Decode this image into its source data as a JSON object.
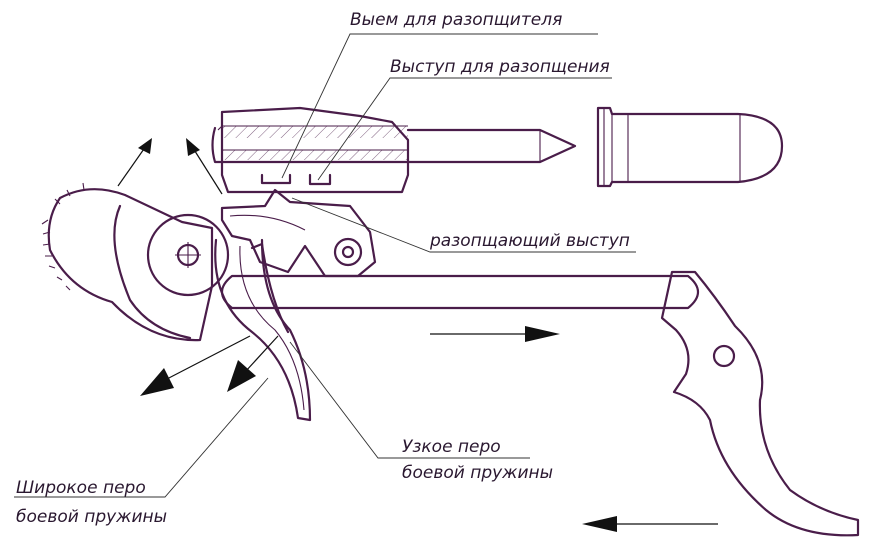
{
  "labels": {
    "cut_for_disconnector": "Выем для разопщителя",
    "disconnect_protrusion": "Выступ для разопщения",
    "disconnecting_protrusion": "разопщающий выступ",
    "narrow_spring_line1": "Узкое перо",
    "narrow_spring_line2": "боевой пружины",
    "wide_spring_line1": "Широкое перо",
    "wide_spring_line2": "боевой пружины"
  },
  "colors": {
    "outline": "#4a1d4a",
    "leader": "#333333",
    "arrow": "#111111"
  }
}
